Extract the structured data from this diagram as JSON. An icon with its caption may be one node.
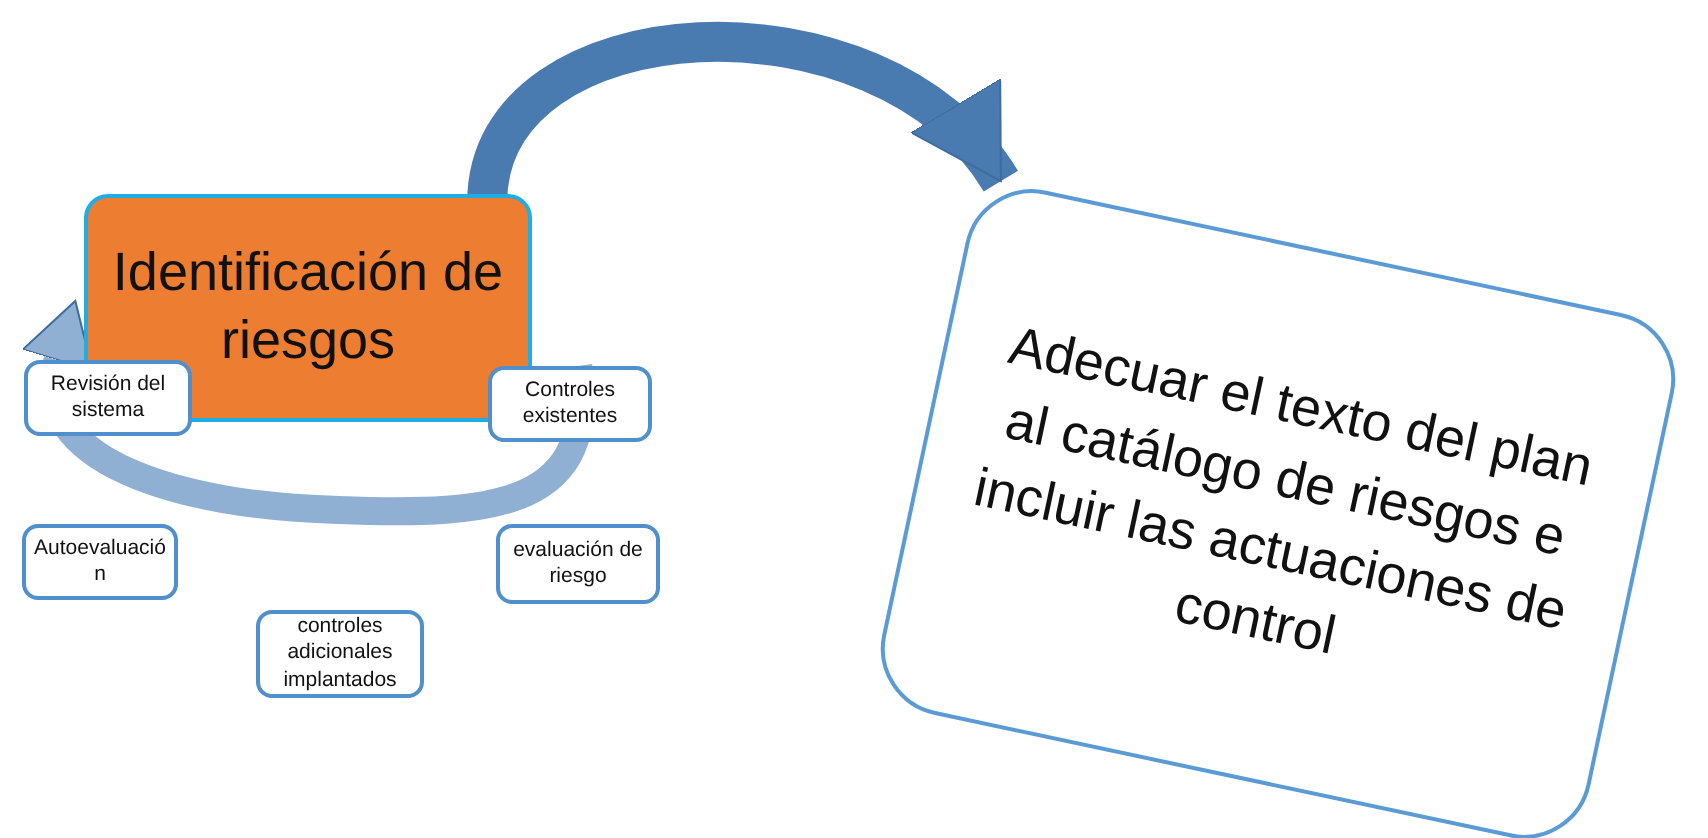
{
  "diagram": {
    "nodes": [
      {
        "text": [
          "Identificación de riesgos"
        ]
      },
      {
        "text": [
          "Revisión del sistema"
        ]
      },
      {
        "text": [
          "Controles existentes"
        ]
      },
      {
        "text": [
          "Autoevaluación"
        ]
      },
      {
        "text": [
          "evaluación de riesgo"
        ]
      },
      {
        "text": [
          "controles adicionales implantados"
        ]
      },
      {
        "text": [
          "Adecuar el texto del plan al catálogo de riesgos e incluir las actuaciones de control"
        ]
      }
    ],
    "edges": [
      {
        "from": 0,
        "to": 6,
        "arrow": "to",
        "color": "#4a7bb0"
      },
      {
        "from": 2,
        "to": 1,
        "arrow": "to",
        "color": "#8fb0d3"
      }
    ]
  }
}
